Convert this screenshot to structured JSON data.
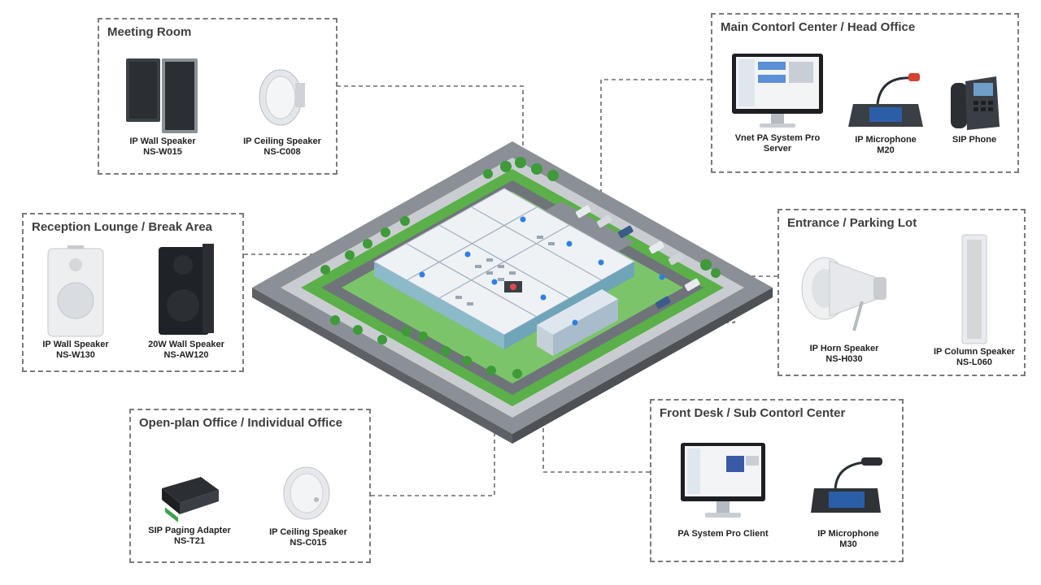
{
  "zones": {
    "meeting": {
      "title": "Meeting Room",
      "devices": [
        {
          "label": "IP Wall Speaker",
          "model": "NS-W015"
        },
        {
          "label": "IP Ceiling Speaker",
          "model": "NS-C008"
        }
      ]
    },
    "main": {
      "title": "Main Contorl Center / Head Office",
      "devices": [
        {
          "label": "Vnet PA System Pro",
          "model": "Server"
        },
        {
          "label": "IP Microphone",
          "model": "M20"
        },
        {
          "label": "SIP Phone",
          "model": ""
        }
      ]
    },
    "reception": {
      "title": "Reception Lounge / Break Area",
      "devices": [
        {
          "label": "IP Wall Speaker",
          "model": "NS-W130"
        },
        {
          "label": "20W Wall Speaker",
          "model": "NS-AW120"
        }
      ]
    },
    "entrance": {
      "title": "Entrance / Parking Lot",
      "devices": [
        {
          "label": "IP Horn Speaker",
          "model": "NS-H030"
        },
        {
          "label": "IP Column Speaker",
          "model": "NS-L060"
        }
      ]
    },
    "openplan": {
      "title": "Open-plan Office / Individual Office",
      "devices": [
        {
          "label": "SIP Paging Adapter",
          "model": "NS-T21"
        },
        {
          "label": "IP Ceiling Speaker",
          "model": "NS-C015"
        }
      ]
    },
    "frontdesk": {
      "title": "Front Desk / Sub Contorl Center",
      "devices": [
        {
          "label": "PA System Pro Client",
          "model": ""
        },
        {
          "label": "IP Microphone",
          "model": "M30"
        }
      ]
    }
  },
  "colors": {
    "border": "#7a7a7a",
    "connector": "#6b6b6b",
    "road": "#6f747a",
    "grass": "#5bb04a",
    "building": "#dfe7ee",
    "glass": "#8fb8d8",
    "node": "#2f7fe0"
  }
}
